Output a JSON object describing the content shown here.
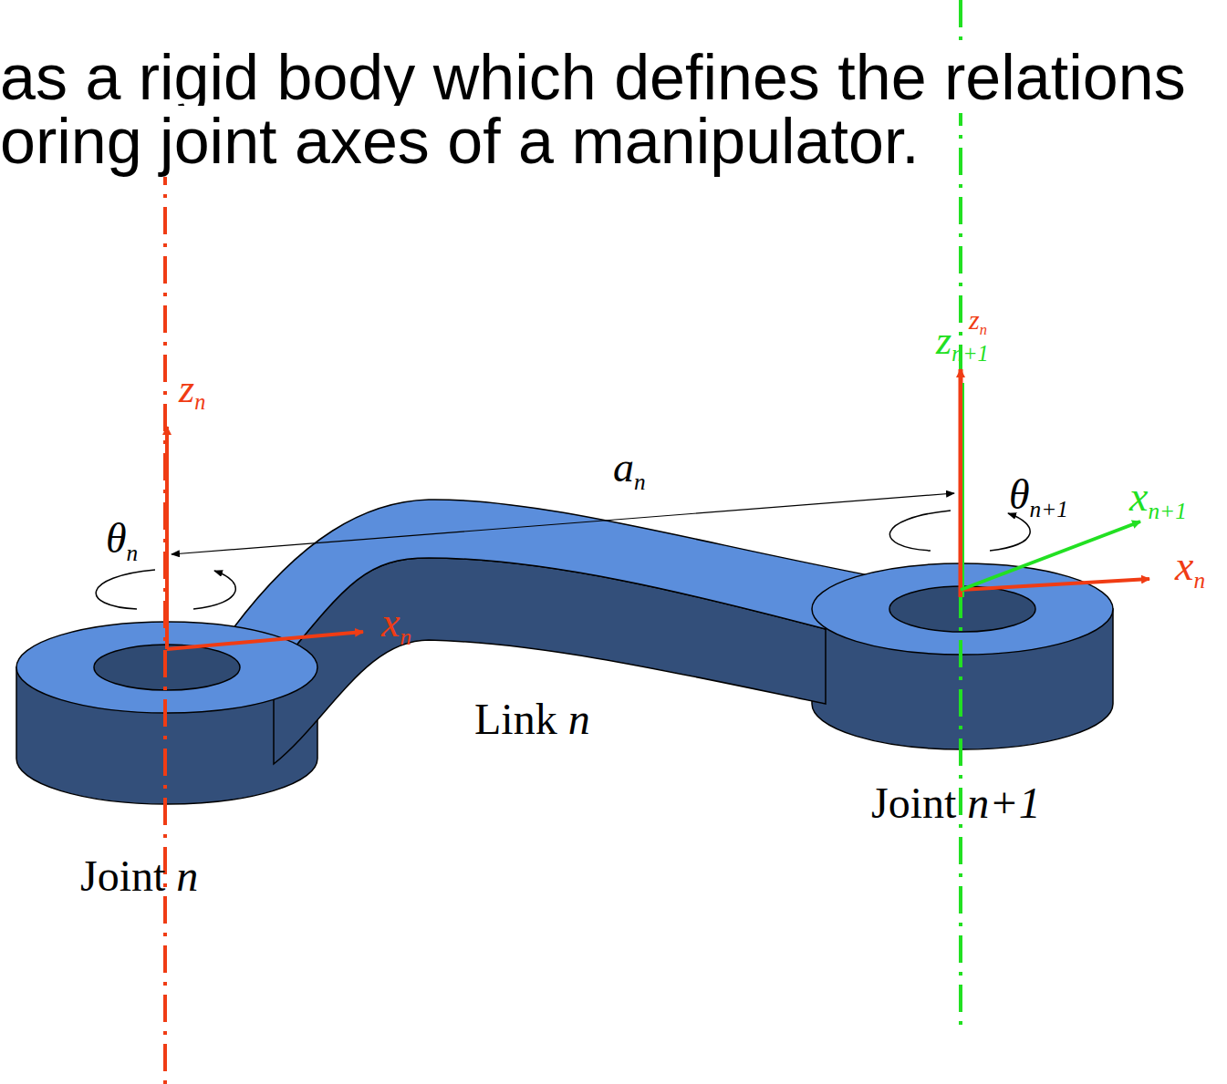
{
  "diagram": {
    "title": "as a rigid body which defines the relations oring joint axes of a manipulator.",
    "labels": [
      "zn",
      "θn",
      "an",
      "zn+1",
      "zn",
      "θn+1",
      "xn+1",
      "xn",
      "xn",
      "Link n",
      "Joint n+1",
      "Joint n"
    ]
  }
}
